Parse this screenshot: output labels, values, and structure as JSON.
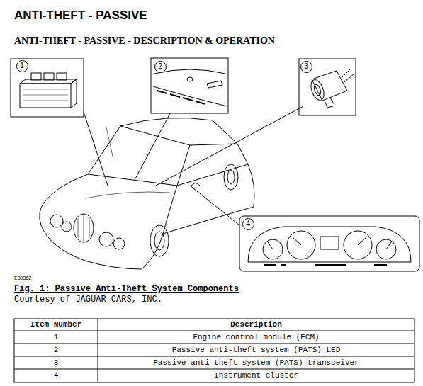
{
  "diagram": {
    "title": "ANTI-THEFT - PASSIVE",
    "caption": "Fig. 1: Passive Anti-Theft System Components",
    "nodes": [
      {
        "text": [
          "1"
        ]
      },
      {
        "text": [
          "2"
        ]
      },
      {
        "text": [
          "3"
        ]
      },
      {
        "text": [
          "4"
        ]
      }
    ],
    "labels": [
      "ANTI-THEFT - PASSIVE - DESCRIPTION & OPERATION",
      "E30362",
      "Courtesy of JAGUAR CARS, INC.",
      "Item Number",
      "Description",
      "1",
      "Engine control module (ECM)",
      "2",
      "Passive anti-theft system (PATS) LED",
      "3",
      "Passive anti-theft system (PATS) transceiver",
      "4",
      "Instrument cluster"
    ]
  }
}
